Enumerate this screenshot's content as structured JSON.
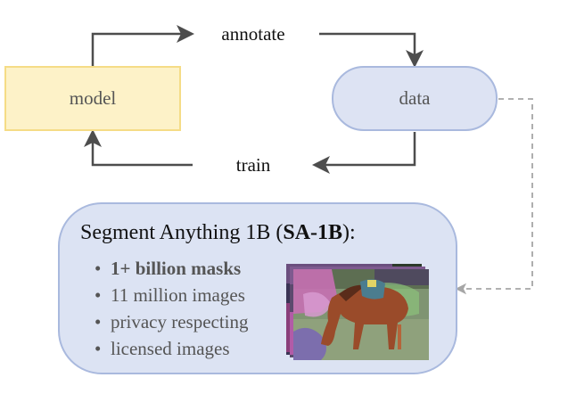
{
  "nodes": {
    "model": {
      "label": "model"
    },
    "data": {
      "label": "data"
    }
  },
  "edges": {
    "annotate": {
      "label": "annotate"
    },
    "train": {
      "label": "train"
    }
  },
  "dataset_panel": {
    "title_prefix": "Segment Anything 1B (",
    "title_bold": "SA-1B",
    "title_suffix": "):",
    "bullet_glyph": "•",
    "bullets": [
      "1+ billion masks",
      "11 million images",
      "privacy respecting",
      "licensed images"
    ]
  },
  "colors": {
    "model_fill": "#fdf2c8",
    "model_stroke": "#f5dc86",
    "data_fill": "#dde3f3",
    "data_stroke": "#a9b9de",
    "panel_fill": "#dce3f3",
    "panel_stroke": "#a9b9de",
    "arrow": "#4d4d4d",
    "dashed_arrow": "#a6a6a6",
    "text": "#555555",
    "title_text": "#111111"
  },
  "icons": {
    "sample_images": "horse-segmentation-image-stack"
  }
}
